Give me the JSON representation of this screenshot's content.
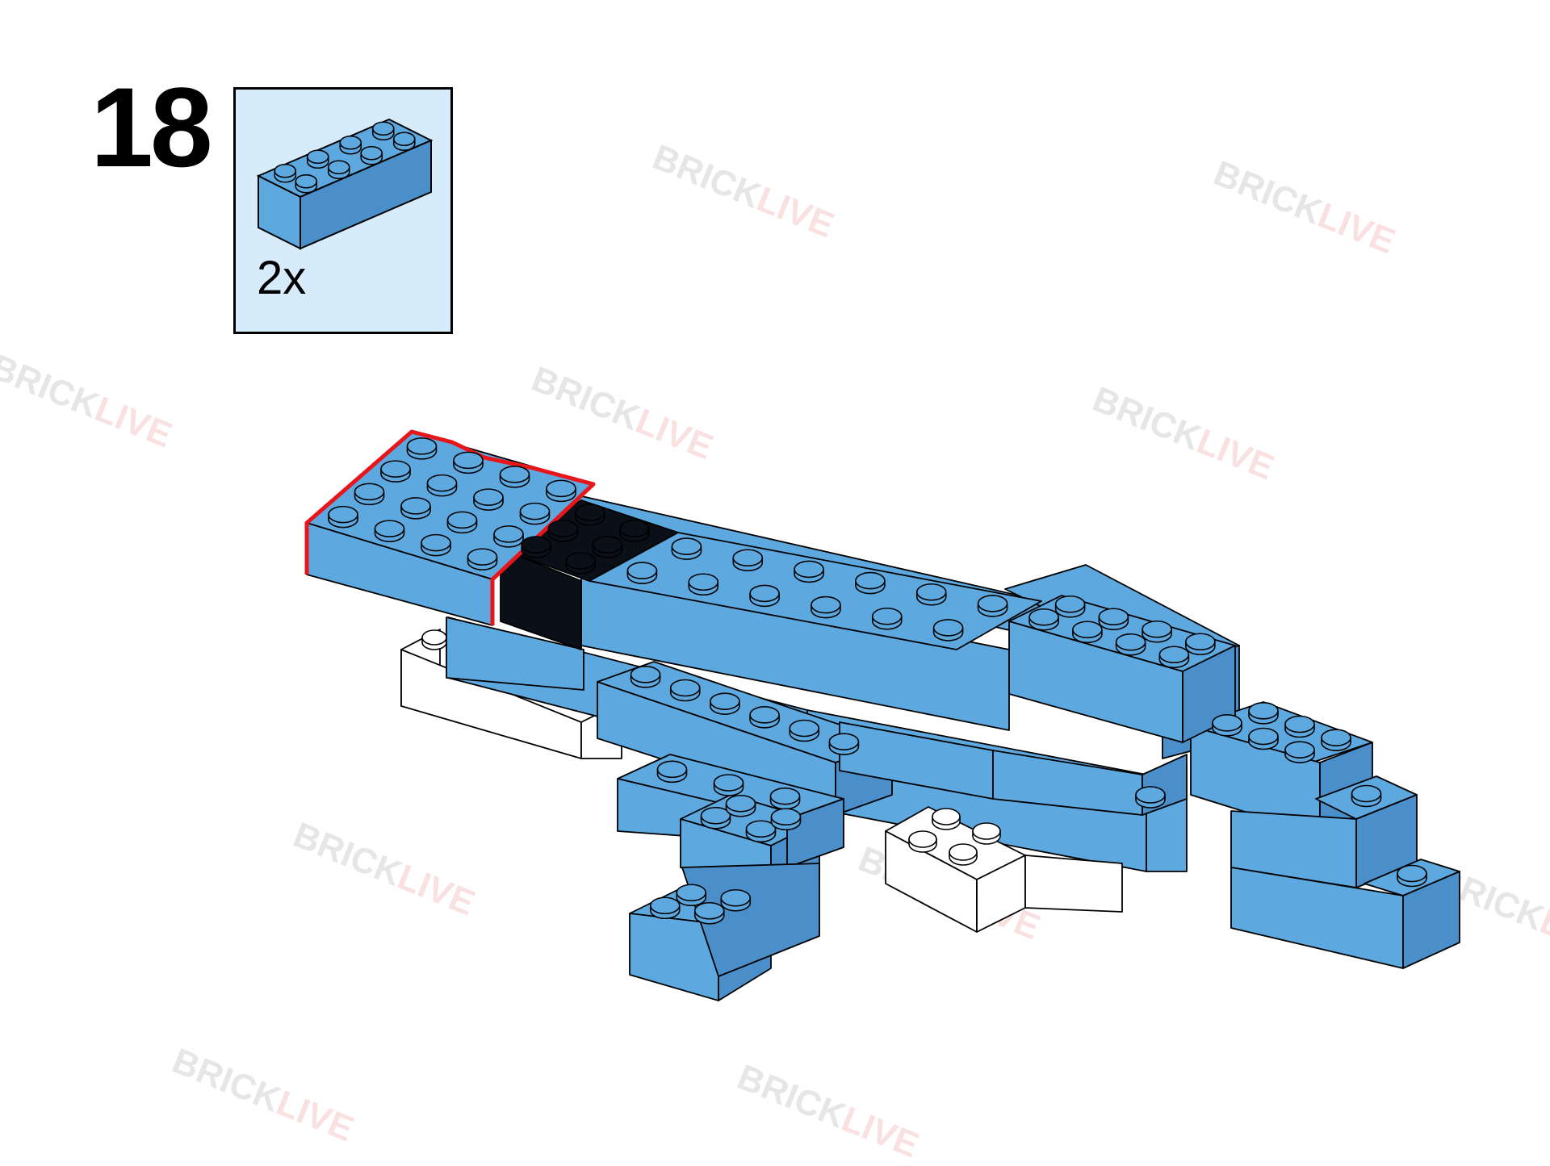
{
  "step": {
    "number": "18"
  },
  "parts": {
    "quantity": "2x",
    "brick_color": "#5ea8e0",
    "box_color": "#d7ecfb"
  },
  "watermark": {
    "brand_a": "BRICK",
    "brand_b": "LIVE"
  },
  "colors": {
    "blue": "#5ea8e0",
    "blue_dark": "#4a8fca",
    "black": "#0a0f18",
    "white": "#ffffff",
    "highlight": "#e8161b"
  }
}
